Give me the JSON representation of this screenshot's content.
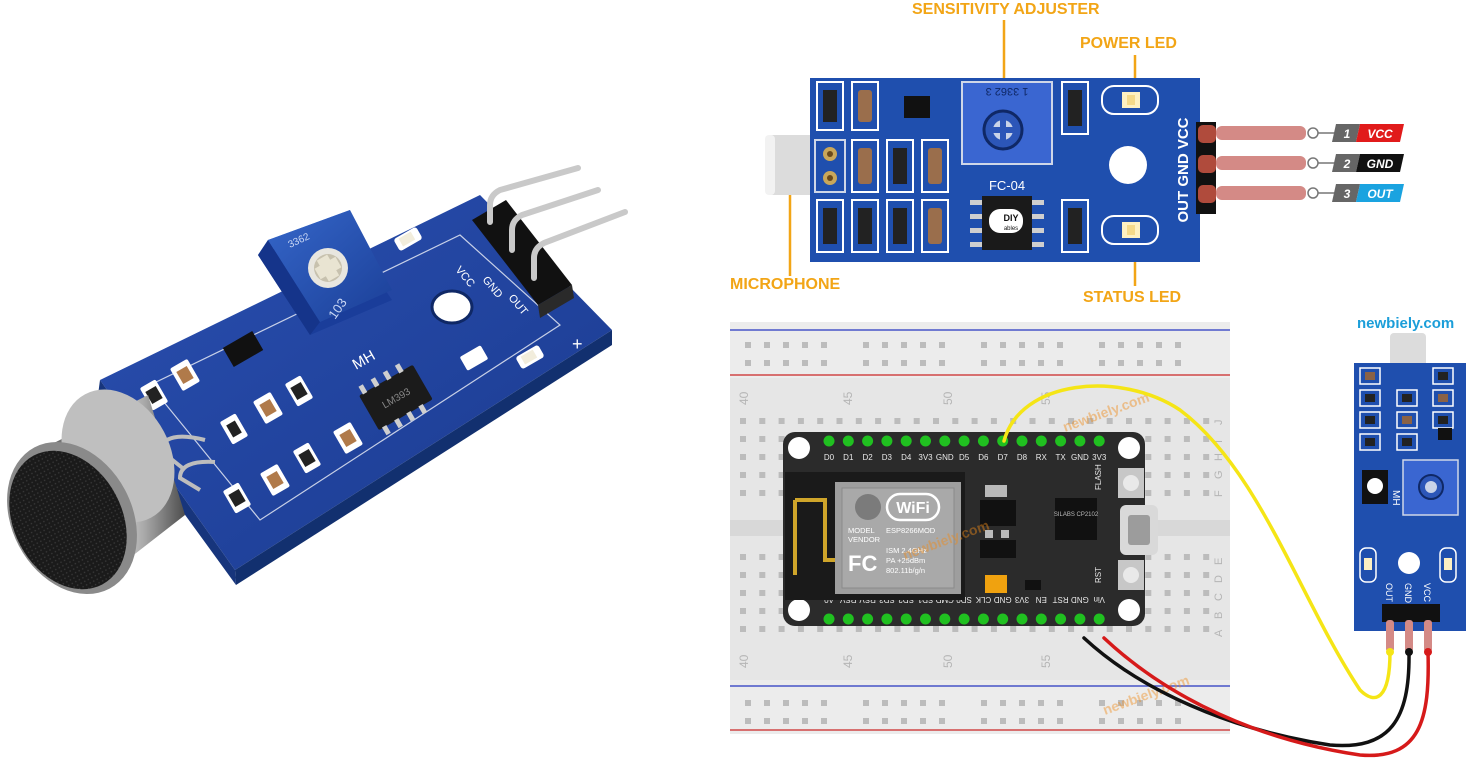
{
  "photo": {
    "pot_code": "3362",
    "pot_value": "103",
    "chip": "LM393",
    "board_name": "MH",
    "pin_vcc": "VCC",
    "pin_gnd": "GND",
    "pin_out": "OUT",
    "plus": "+"
  },
  "module": {
    "callouts": {
      "sensitivity": "SENSITIVITY ADJUSTER",
      "power_led": "POWER LED",
      "microphone": "MICROPHONE",
      "status_led": "STATUS LED"
    },
    "pot_label": "1 3362 3",
    "board_name": "FC-04",
    "header_label": "OUT GND VCC",
    "chip_logo": "DIY",
    "chip_logo_sub": "ables",
    "pins": [
      {
        "num": "1",
        "name": "VCC",
        "color": "#e11b1b"
      },
      {
        "num": "2",
        "name": "GND",
        "color": "#111111"
      },
      {
        "num": "3",
        "name": "OUT",
        "color": "#1aa3e0"
      }
    ]
  },
  "wiring": {
    "brand": "newbiely.com",
    "watermark": "newbiely.com",
    "breadboard_cols": [
      "40",
      "45",
      "50",
      "55"
    ],
    "breadboard_rows": [
      "J",
      "I",
      "H",
      "G",
      "F",
      "E",
      "D",
      "C",
      "B",
      "A"
    ],
    "top_pins": [
      "D0",
      "D1",
      "D2",
      "D3",
      "D4",
      "3V3",
      "GND",
      "D5",
      "D6",
      "D7",
      "D8",
      "RX",
      "TX",
      "GND",
      "3V3"
    ],
    "bottom_pins": [
      "A0",
      "RSV",
      "RSV",
      "SD3",
      "SD2",
      "SD1",
      "CMD",
      "SD0",
      "CLK",
      "GND",
      "3V3",
      "EN",
      "RST",
      "GND",
      "Vin"
    ],
    "wifi_label": "WiFi",
    "module_text": [
      "MODEL",
      "VENDOR",
      "ESP8266MOD",
      "ISM 2.4GHz",
      "PA +25dBm",
      "802.11b/g/n"
    ],
    "fc_mark": "FC",
    "flash_label": "FLASH",
    "rst_label": "RST",
    "usb_chip": "SILABS CP2102",
    "sensor_header": [
      "OUT",
      "GND",
      "VCC"
    ],
    "sensor_board_name": "MH",
    "wire_colors": {
      "signal": "#f5e516",
      "ground": "#111111",
      "power": "#d61a1a"
    }
  }
}
